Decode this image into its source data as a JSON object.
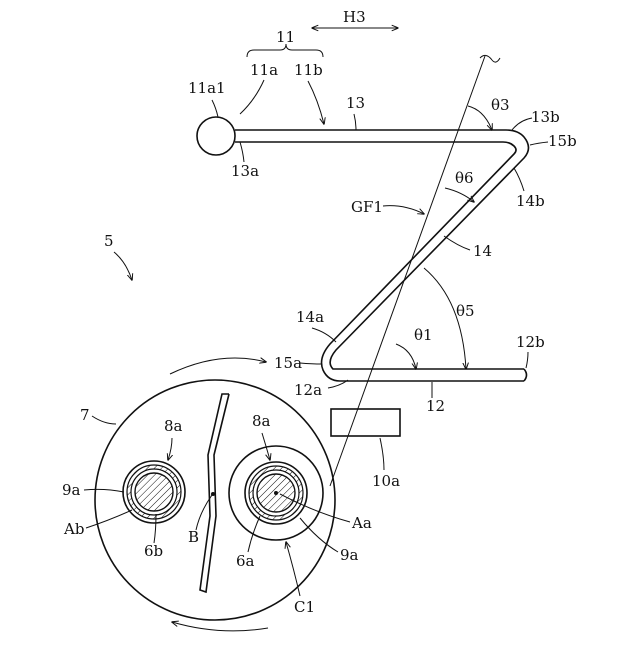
{
  "labels": {
    "h3": "H3",
    "n11": "11",
    "n11a": "11a",
    "n11b": "11b",
    "n11a1": "11a1",
    "n13": "13",
    "n13a": "13a",
    "n13b": "13b",
    "n15b": "15b",
    "theta3": "θ3",
    "theta6": "θ6",
    "n14b": "14b",
    "gf1": "GF1",
    "n14": "14",
    "n5": "5",
    "theta5": "θ5",
    "n14a": "14a",
    "theta1": "θ1",
    "n12b": "12b",
    "n15a": "15a",
    "n12a": "12a",
    "n12": "12",
    "n7": "7",
    "n8a_left": "8a",
    "n8a_right": "8a",
    "n10a": "10a",
    "n9a_left": "9a",
    "ab": "Ab",
    "n6b": "6b",
    "b": "B",
    "aa": "Aa",
    "n6a": "6a",
    "n9a_right": "9a",
    "c1": "C1"
  }
}
